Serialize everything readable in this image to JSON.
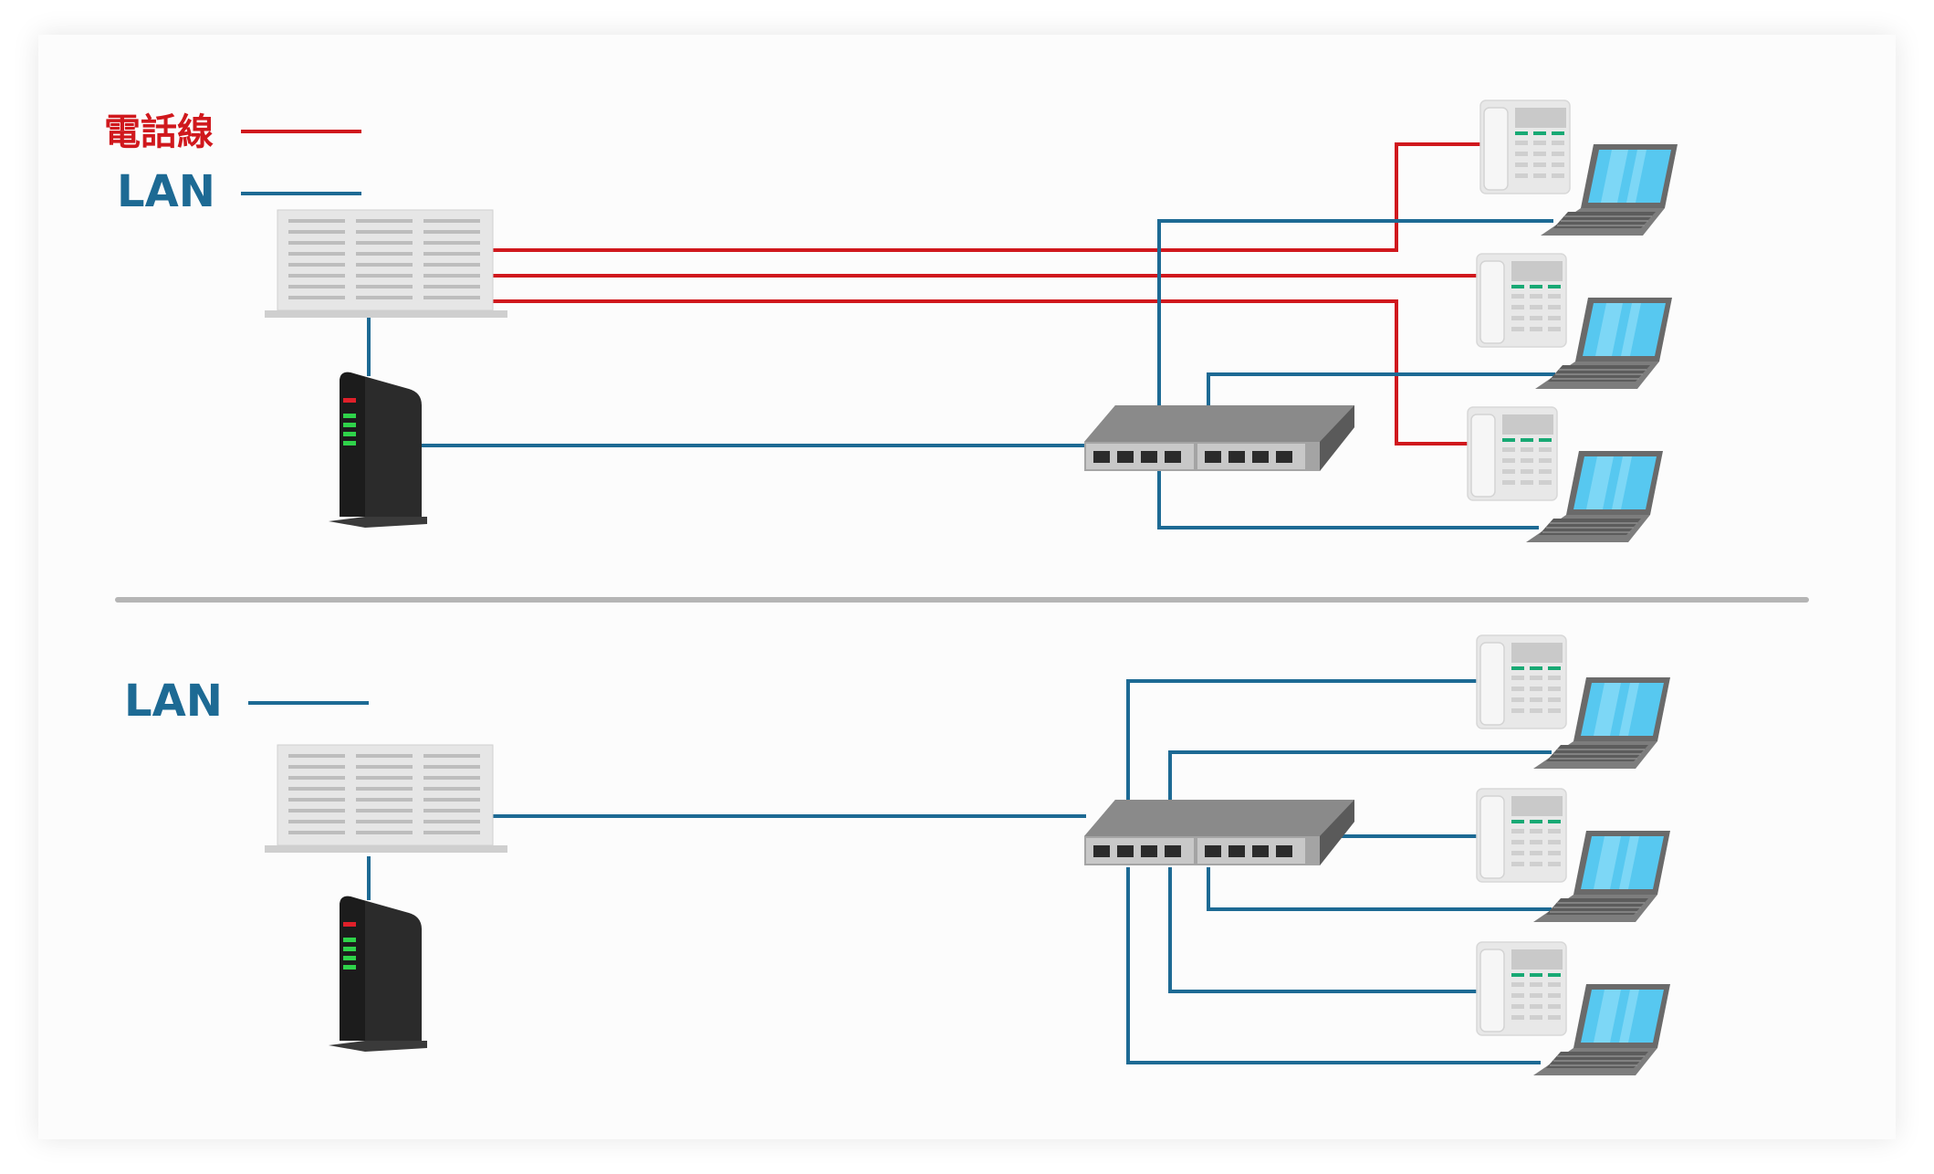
{
  "colors": {
    "telephone_line": "#d0181d",
    "lan_line": "#1d6a94",
    "divider": "#b5b5b5",
    "switch_body": "#6f6f6f",
    "router_body": "#2e2e2e",
    "led_red": "#e0202a",
    "led_green": "#2fd34a",
    "laptop_screen": "#57c8f0",
    "phone_display": "#c9c9c9",
    "phone_keys": "#18a974"
  },
  "top_section": {
    "legend": [
      {
        "label": "電話線",
        "line": "telephone_line"
      },
      {
        "label": "LAN",
        "line": "lan_line"
      }
    ],
    "devices": [
      "pbx-unit",
      "router",
      "network-switch",
      "ip-phone-icon",
      "ip-phone-icon",
      "ip-phone-icon",
      "laptop-icon",
      "laptop-icon",
      "laptop-icon"
    ]
  },
  "bottom_section": {
    "legend": [
      {
        "label": "LAN",
        "line": "lan_line"
      }
    ],
    "devices": [
      "pbx-unit",
      "router",
      "network-switch",
      "ip-phone-icon",
      "ip-phone-icon",
      "ip-phone-icon",
      "laptop-icon",
      "laptop-icon",
      "laptop-icon"
    ]
  }
}
